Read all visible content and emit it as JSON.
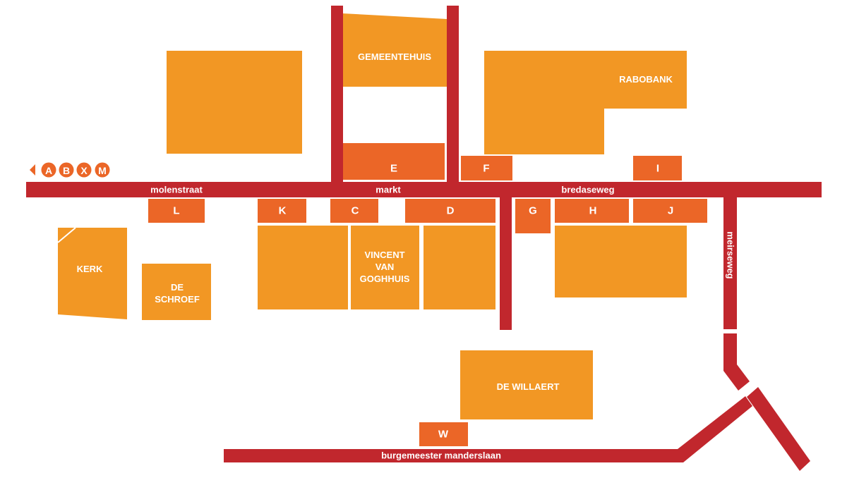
{
  "colors": {
    "road": "#c1272d",
    "building": "#f29724",
    "stall": "#eb6627"
  },
  "legend": {
    "letters": [
      "A",
      "B",
      "X",
      "M"
    ]
  },
  "roads": {
    "molenstraat": "molenstraat",
    "markt": "markt",
    "bredaseweg": "bredaseweg",
    "meirseweg": "meirseweg",
    "burgemeester_manderslaan": "burgemeester manderslaan"
  },
  "buildings": {
    "gemeentehuis": "GEMEENTEHUIS",
    "rabobank": "RABOBANK",
    "kerk": "KERK",
    "de_schroef": [
      "DE",
      "SCHROEF"
    ],
    "vincent_van_goghhuis": [
      "VINCENT",
      "VAN",
      "GOGHHUIS"
    ],
    "de_willaert": "DE WILLAERT"
  },
  "stalls": {
    "E": "E",
    "F": "F",
    "I": "I",
    "L": "L",
    "K": "K",
    "C": "C",
    "D": "D",
    "G": "G",
    "H": "H",
    "J": "J",
    "W": "W"
  }
}
